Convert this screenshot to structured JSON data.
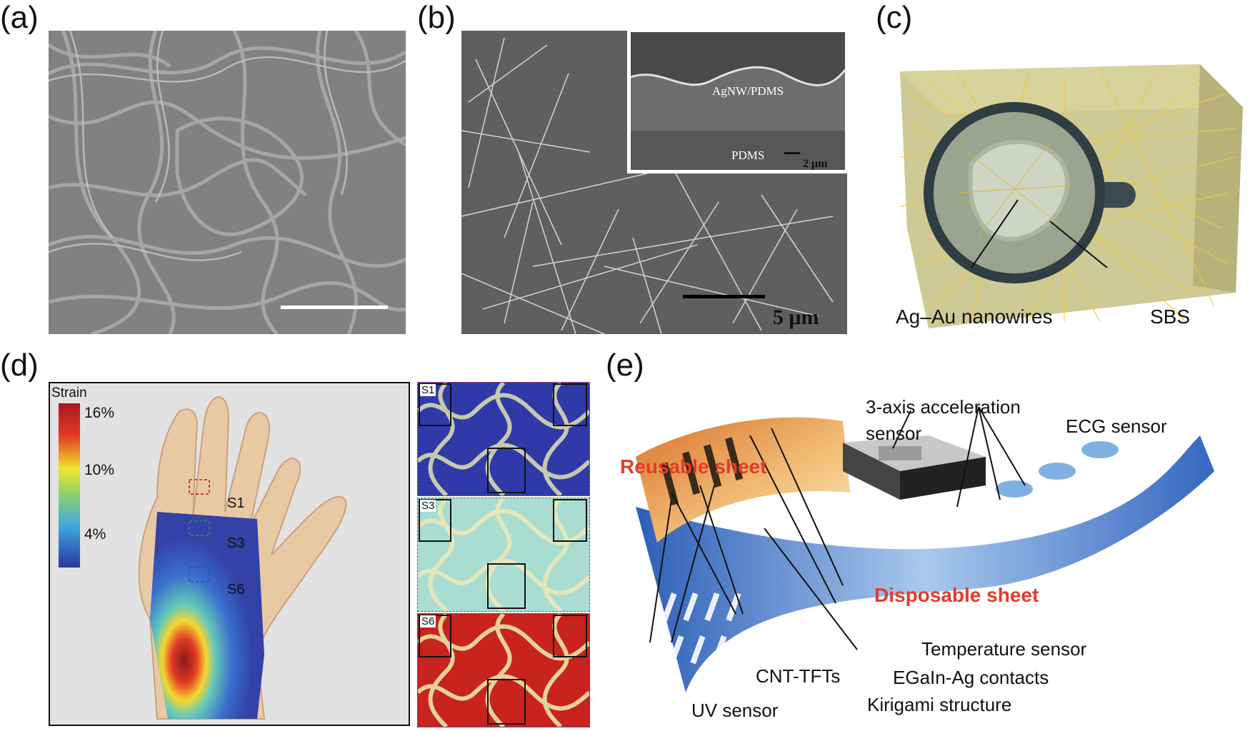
{
  "panels": {
    "a": {
      "label": "(a)"
    },
    "b": {
      "label": "(b)",
      "inset_layer_top": "AgNW/PDMS",
      "inset_layer_bottom": "PDMS",
      "inset_scale": "2 μm",
      "scale": "5 μm"
    },
    "c": {
      "label": "(c)",
      "callout_left": "Ag–Au nanowires",
      "callout_right": "SBS"
    },
    "d": {
      "label": "(d)",
      "colorbar_title": "Strain",
      "ticks": [
        "16%",
        "10%",
        "4%"
      ],
      "regions": [
        "S1",
        "S3",
        "S6"
      ]
    },
    "e": {
      "label": "(e)",
      "reusable": "Reusable sheet",
      "disposable": "Disposable sheet",
      "accel": [
        "3-axis acceleration",
        "sensor"
      ],
      "ecg": "ECG sensor",
      "temp": "Temperature sensor",
      "egain": "EGaIn-Ag contacts",
      "kirigami": "Kirigami structure",
      "cnt": "CNT-TFTs",
      "uv": "UV sensor"
    }
  },
  "colors": {
    "reusable": "#e53b2a",
    "disposable": "#e53b2a",
    "wire": "#e8c430"
  }
}
